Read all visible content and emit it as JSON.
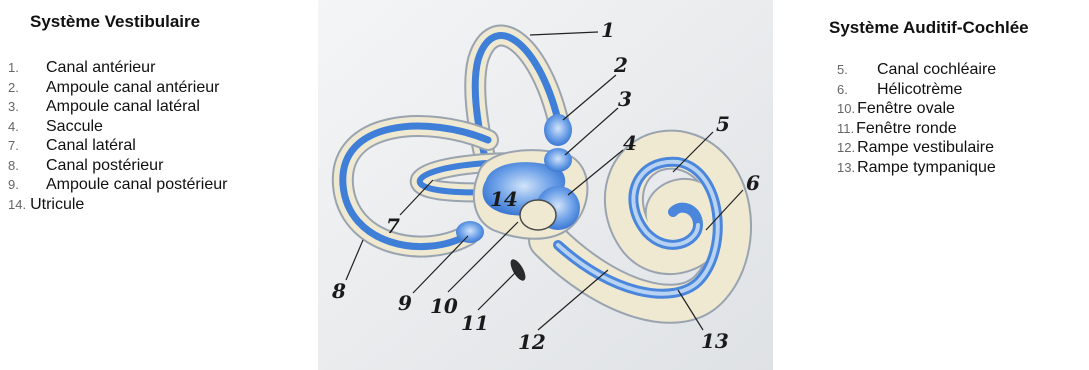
{
  "left_panel": {
    "title": "Système Vestibulaire",
    "items": [
      {
        "num": "1.",
        "label": "Canal antérieur"
      },
      {
        "num": "2.",
        "label": "Ampoule canal antérieur"
      },
      {
        "num": "3.",
        "label": "Ampoule canal latéral"
      },
      {
        "num": "4.",
        "label": "Saccule"
      },
      {
        "num": "7.",
        "label": "Canal latéral"
      },
      {
        "num": "8.",
        "label": "Canal postérieur"
      },
      {
        "num": "9.",
        "label": "Ampoule canal postérieur"
      },
      {
        "num": "14.",
        "label": "Utricule"
      }
    ]
  },
  "right_panel": {
    "title": "Système Auditif-Cochlée",
    "items": [
      {
        "num": "5.",
        "label": "Canal cochléaire"
      },
      {
        "num": "6.",
        "label": "Hélicotrème"
      },
      {
        "num": "10.",
        "label": "Fenêtre ovale"
      },
      {
        "num": "11.",
        "label": "Fenêtre ronde"
      },
      {
        "num": "12.",
        "label": "Rampe vestibulaire"
      },
      {
        "num": "13.",
        "label": "Rampe tympanique"
      }
    ]
  },
  "diagram": {
    "callouts": [
      "1",
      "2",
      "3",
      "4",
      "5",
      "6",
      "7",
      "8",
      "9",
      "10",
      "11",
      "12",
      "13",
      "14"
    ],
    "colors": {
      "bone": "#efe9d2",
      "bone_edge": "#9aa3b0",
      "blue_dark": "#3f7fd8",
      "blue_light": "#a9c9f0",
      "background": "#e6e8ea"
    }
  }
}
